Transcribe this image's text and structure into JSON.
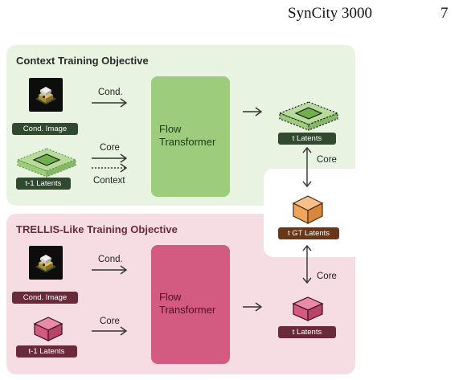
{
  "header": {
    "title": "SynCity 3000",
    "page_number": "7"
  },
  "context_panel": {
    "title": "Context Training Objective",
    "cond_image_label": "Cond. Image",
    "cond_arrow_label": "Cond.",
    "prev_latents_label": "t-1 Latents",
    "core_arrow_label": "Core",
    "context_arrow_label": "Context",
    "transformer_line1": "Flow",
    "transformer_line2": "Transformer",
    "output_label": "t Latents"
  },
  "shared": {
    "gt_latents_label": "t GT Latents",
    "core_top_label": "Core",
    "core_bottom_label": "Core"
  },
  "trellis_panel": {
    "title": "TRELLIS-Like Training Objective",
    "cond_image_label": "Cond. Image",
    "cond_arrow_label": "Cond.",
    "prev_latents_label": "t-1 Latents",
    "core_arrow_label": "Core",
    "transformer_line1": "Flow",
    "transformer_line2": "Transformer",
    "output_label": "t Latents"
  },
  "colors": {
    "green_panel": "#e9f3e2",
    "pink_panel": "#f6dde4",
    "green_transformer": "#9ccc7c",
    "pink_transformer": "#d35a80",
    "orange_cube": "#eea45c"
  }
}
